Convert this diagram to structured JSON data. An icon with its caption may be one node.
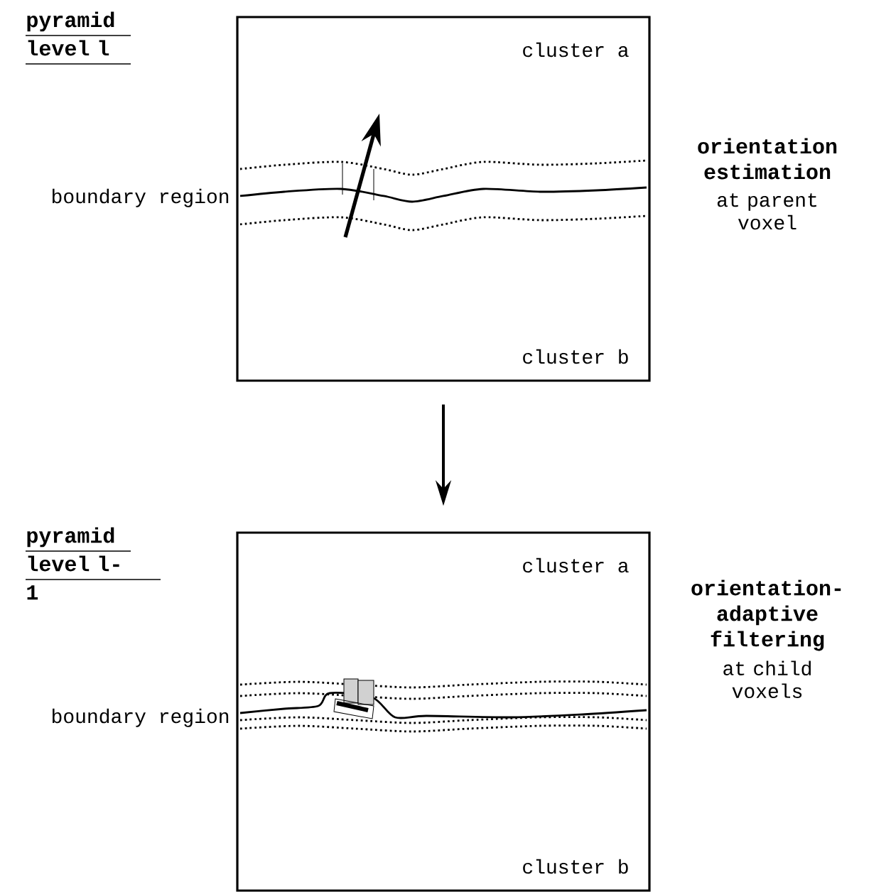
{
  "diagram": {
    "nodes": [
      {
        "text": [
          "cluster a",
          "cluster b"
        ]
      },
      {
        "text": [
          "cluster a",
          "cluster b"
        ]
      }
    ],
    "edges": [
      {
        "from": 0,
        "to": 1,
        "arrow": "to"
      }
    ],
    "labels": [
      "pyramid level l",
      "boundary region",
      "orientation estimation",
      "at parent voxel",
      "pyramid level l-1",
      "boundary region",
      "orientation-adaptive filtering",
      "at child voxels"
    ]
  }
}
